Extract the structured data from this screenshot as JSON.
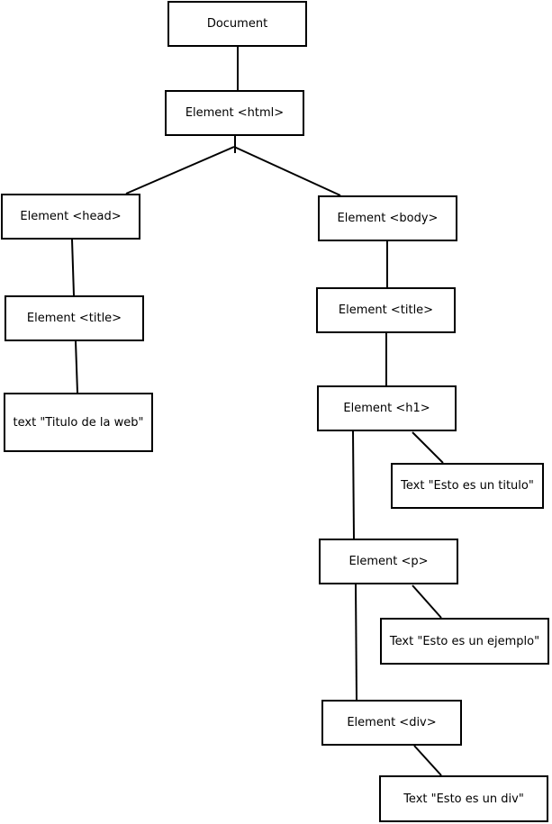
{
  "diagram": {
    "nodes": {
      "document": "Document",
      "html": "Element <html>",
      "head": "Element <head>",
      "head_title": "Element <title>",
      "head_title_text": "text \"Titulo de la web\"",
      "body": "Element <body>",
      "body_title": "Element <title>",
      "h1": "Element <h1>",
      "h1_text": "Text \"Esto es un titulo\"",
      "p": "Element <p>",
      "p_text": "Text \"Esto es un ejemplo\"",
      "div": "Element <div>",
      "div_text": "Text \"Esto es un div\""
    },
    "edges": [
      [
        "document",
        "html"
      ],
      [
        "html",
        "head"
      ],
      [
        "html",
        "body"
      ],
      [
        "head",
        "head_title"
      ],
      [
        "head_title",
        "head_title_text"
      ],
      [
        "body",
        "body_title"
      ],
      [
        "body_title",
        "h1"
      ],
      [
        "h1",
        "h1_text"
      ],
      [
        "h1",
        "p"
      ],
      [
        "p",
        "p_text"
      ],
      [
        "p",
        "div"
      ],
      [
        "div",
        "div_text"
      ]
    ]
  }
}
